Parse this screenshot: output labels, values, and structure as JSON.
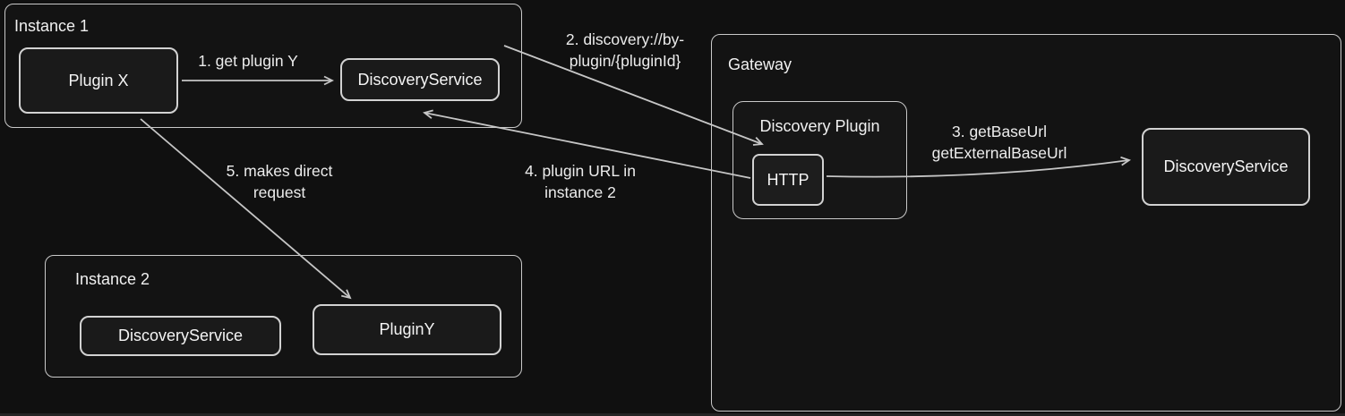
{
  "diagram": {
    "containers": {
      "instance1": {
        "label": "Instance 1"
      },
      "instance2": {
        "label": "Instance 2"
      },
      "gateway": {
        "label": "Gateway"
      },
      "discovery_plugin": {
        "label": "Discovery Plugin"
      }
    },
    "nodes": {
      "plugin_x": {
        "label": "Plugin X"
      },
      "discovery_service_instance1": {
        "label": "DiscoveryService"
      },
      "http": {
        "label": "HTTP"
      },
      "discovery_service_gateway": {
        "label": "DiscoveryService"
      },
      "discovery_service_instance2": {
        "label": "DiscoveryService"
      },
      "plugin_y": {
        "label": "PluginY"
      }
    },
    "edges": {
      "e1": {
        "label": "1. get plugin Y"
      },
      "e2": {
        "label": "2. discovery://by-\nplugin/{pluginId}"
      },
      "e3": {
        "label": "3. getBaseUrl\ngetExternalBaseUrl"
      },
      "e4": {
        "label": "4. plugin URL in\ninstance 2"
      },
      "e5": {
        "label": "5. makes direct\nrequest"
      }
    },
    "colors": {
      "background": "#101010",
      "box_border": "#c9c9c9",
      "arrow": "#c6c6c6",
      "text": "#f0f0f0"
    }
  }
}
